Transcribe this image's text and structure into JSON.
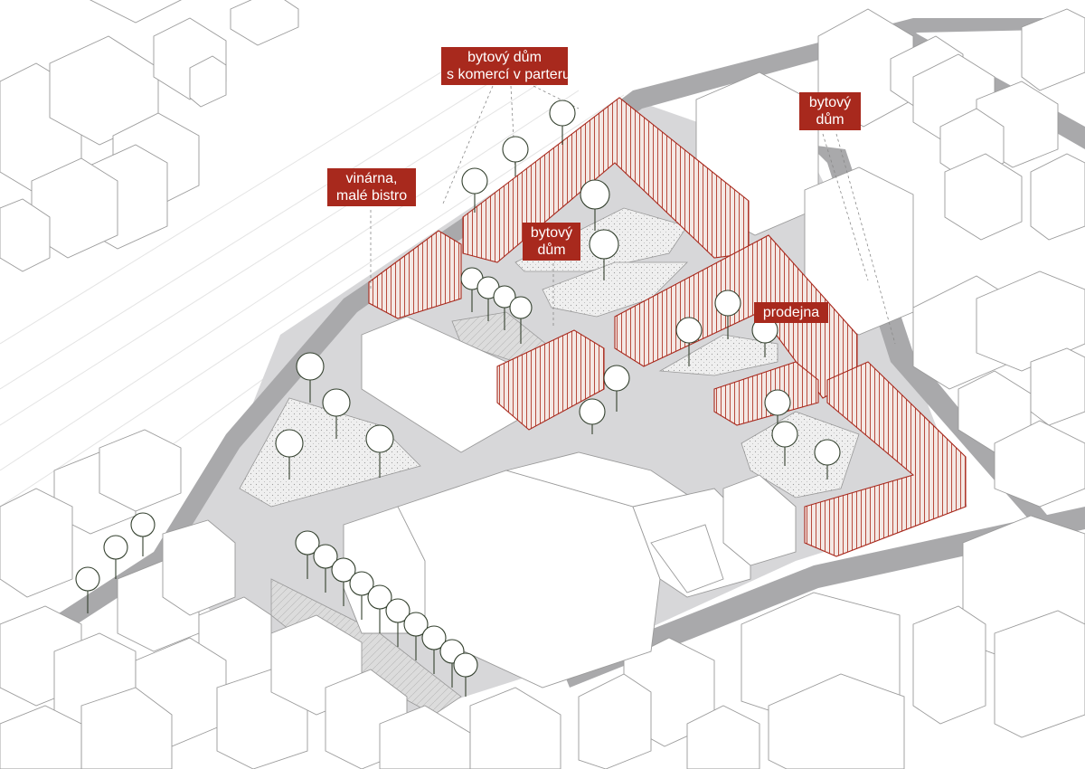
{
  "labels": {
    "bytovy_dum_komerce": {
      "line1": "bytový dům",
      "line2": "s komercí v parteru"
    },
    "bytovy_dum_right": {
      "line1": "bytový",
      "line2": "dům"
    },
    "vinarna": {
      "line1": "vinárna,",
      "line2": "malé bistro"
    },
    "bytovy_dum_center": {
      "line1": "bytový",
      "line2": "dům"
    },
    "prodejna": {
      "line1": "prodejna"
    }
  },
  "colors": {
    "highlight": "#a8291d",
    "road": "#a9a9ab",
    "ground": "#d7d7d9",
    "building_outline": "#9a9a9a",
    "tree": "#33402e"
  }
}
